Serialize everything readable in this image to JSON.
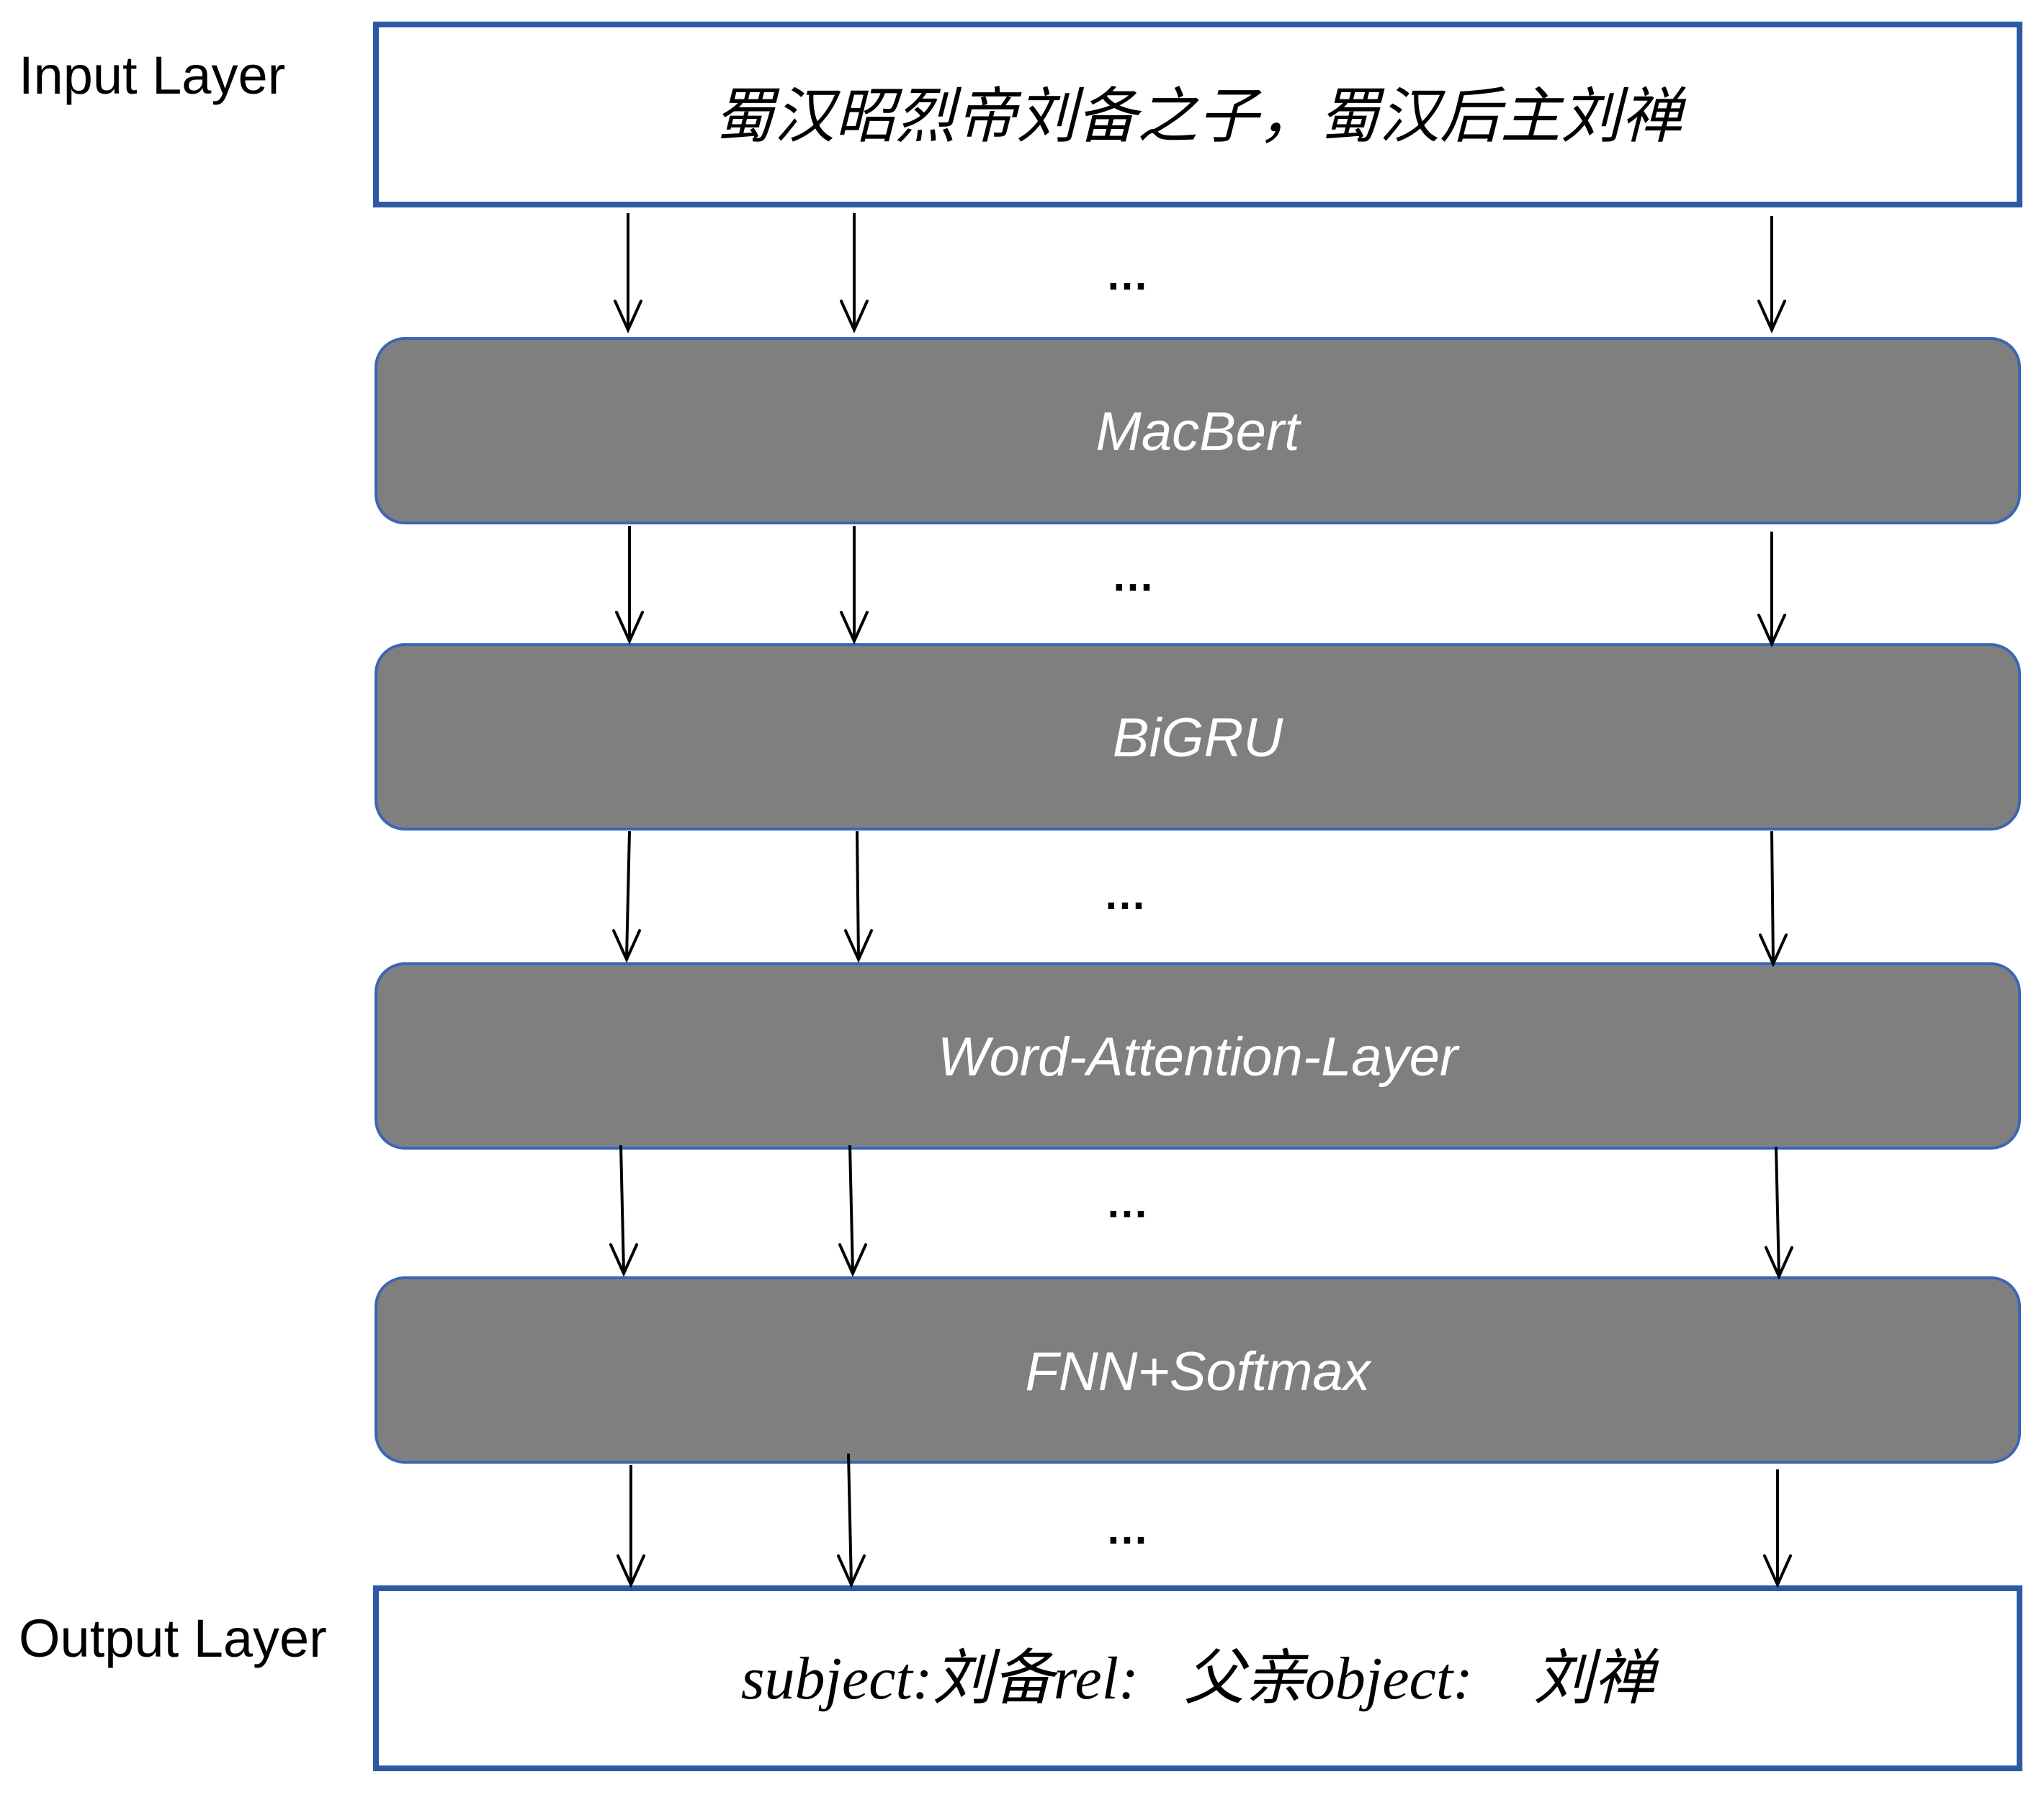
{
  "labels": {
    "input_layer": "Input Layer",
    "output_layer": "Output Layer"
  },
  "input": {
    "text": "蜀汉昭烈帝刘备之子，蜀汉后主刘禅"
  },
  "layers": [
    {
      "name": "MacBert"
    },
    {
      "name": "BiGRU"
    },
    {
      "name": "Word-Attention-Layer"
    },
    {
      "name": "FNN+Softmax"
    }
  ],
  "output": {
    "text": "subject:刘备rel:   父亲object:    刘禅"
  },
  "ellipsis": "…",
  "colors": {
    "layer_fill": "#7f7f7f",
    "box_border": "#2f5aa3",
    "layer_text": "#ffffff"
  }
}
